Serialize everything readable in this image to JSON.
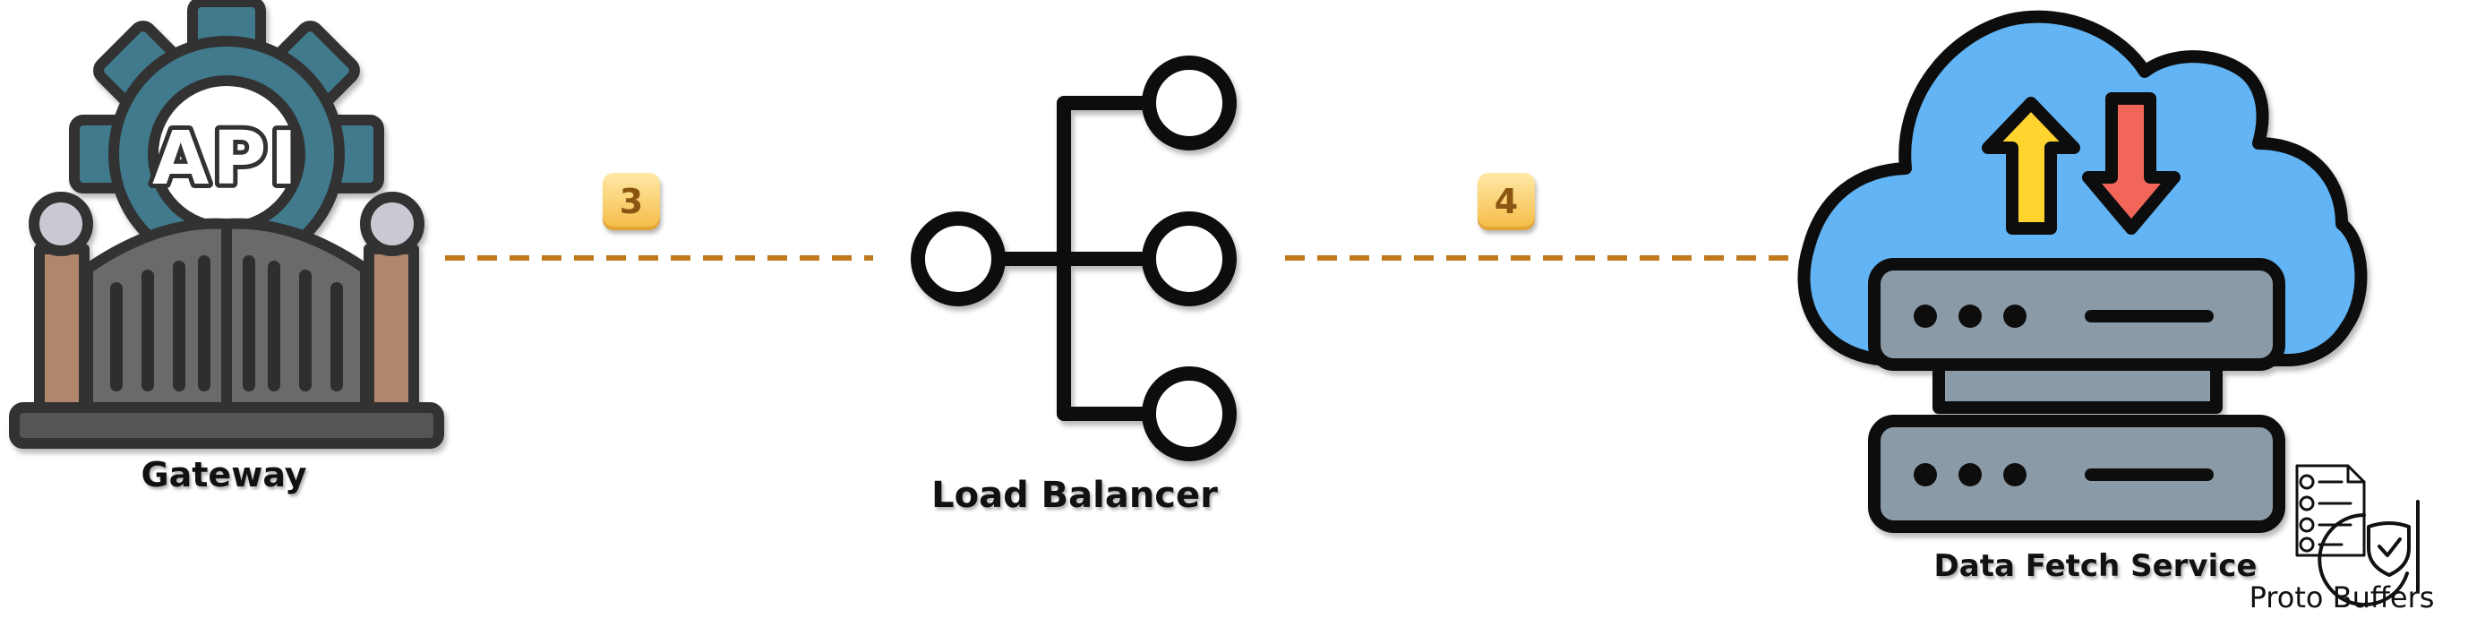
{
  "diagram": {
    "nodes": {
      "gateway": {
        "label": "Gateway",
        "icon": "api-gateway-icon"
      },
      "load_balancer": {
        "label": "Load Balancer",
        "icon": "load-balancer-icon"
      },
      "data_fetch_service": {
        "label": "Data Fetch Service",
        "icon": "cloud-server-icon"
      },
      "proto_buffers": {
        "label": "Proto Buffers",
        "icon": "protobuf-document-icon"
      }
    },
    "steps": [
      {
        "number": "3",
        "from": "Gateway",
        "to": "Load Balancer"
      },
      {
        "number": "4",
        "from": "Load Balancer",
        "to": "Data Fetch Service"
      }
    ],
    "gateway_icon_text": "API",
    "colors": {
      "connector": "#c07a1e",
      "badge": "#f7c24f",
      "gear": "#3f7a8c",
      "cloud": "#62b4f4",
      "upload_arrow": "#ffd42e",
      "download_arrow": "#f2665a",
      "server": "#8a9aa6",
      "gate_post": "#b0876d",
      "gate": "#6b6b6b"
    }
  }
}
